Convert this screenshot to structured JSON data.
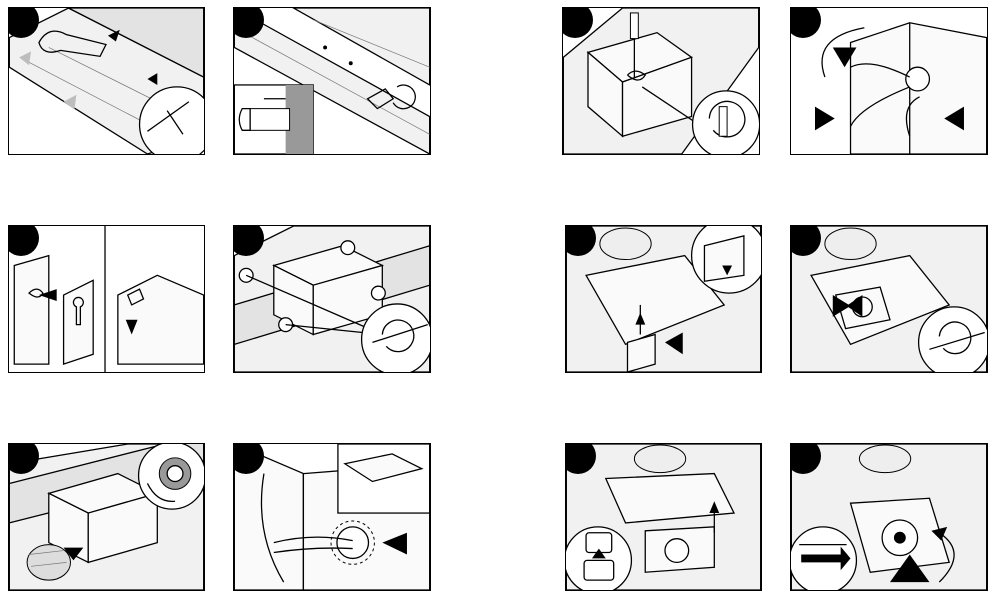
{
  "figure": {
    "steps": [
      {
        "id": 1,
        "label": ""
      },
      {
        "id": 2,
        "label": ""
      },
      {
        "id": 3,
        "label": ""
      },
      {
        "id": 4,
        "label": ""
      },
      {
        "id": 5,
        "label": ""
      },
      {
        "id": 6,
        "label": ""
      },
      {
        "id": 7,
        "label": ""
      },
      {
        "id": 8,
        "label": ""
      },
      {
        "id": 9,
        "label": ""
      },
      {
        "id": 10,
        "label": ""
      },
      {
        "id": 11,
        "label": ""
      },
      {
        "id": 12,
        "label": ""
      }
    ]
  },
  "colors": {
    "line": "#000000",
    "board": "#f1f1f1",
    "shade": "#bdbdbd",
    "background": "#ffffff"
  }
}
